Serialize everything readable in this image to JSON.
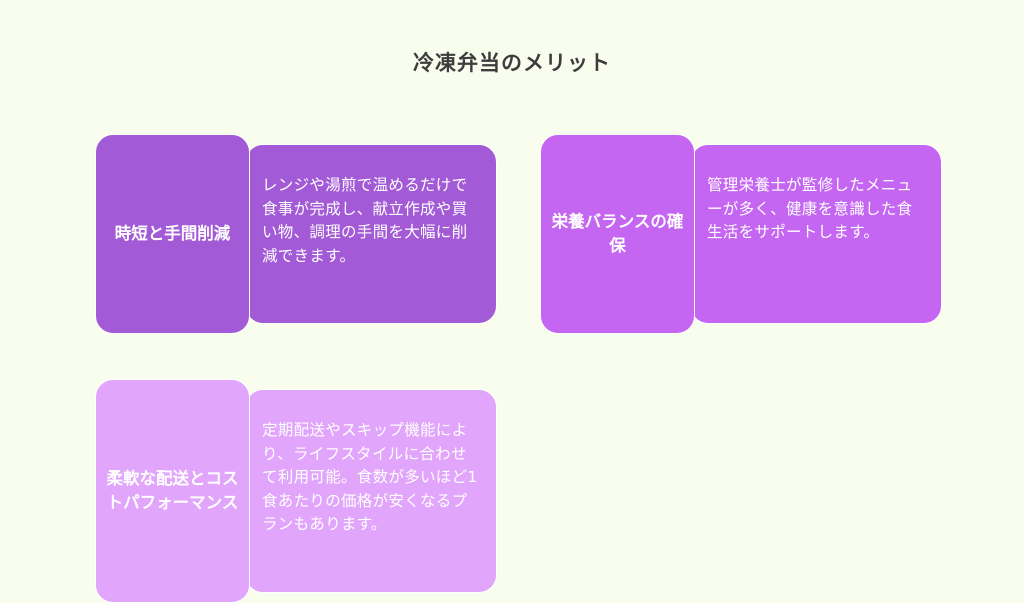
{
  "title": "冷凍弁当のメリット",
  "cards": [
    {
      "title": "時短と手間削減",
      "description": "レンジや湯煎で温めるだけで食事が完成し、献立作成や買い物、調理の手間を大幅に削減できます。"
    },
    {
      "title": "栄養バランスの確保",
      "description": "管理栄養士が監修したメニューが多く、健康を意識した食生活をサポートします。"
    },
    {
      "title": "柔軟な配送とコストパフォーマンス",
      "description": "定期配送やスキップ機能により、ライフスタイルに合わせて利用可能。食数が多いほど1食あたりの価格が安くなるプランもあります。"
    }
  ],
  "colors": {
    "background": "#f9fdee",
    "card1": "#a35ad6",
    "card2": "#c466f2",
    "card3": "#e1a5fb"
  }
}
